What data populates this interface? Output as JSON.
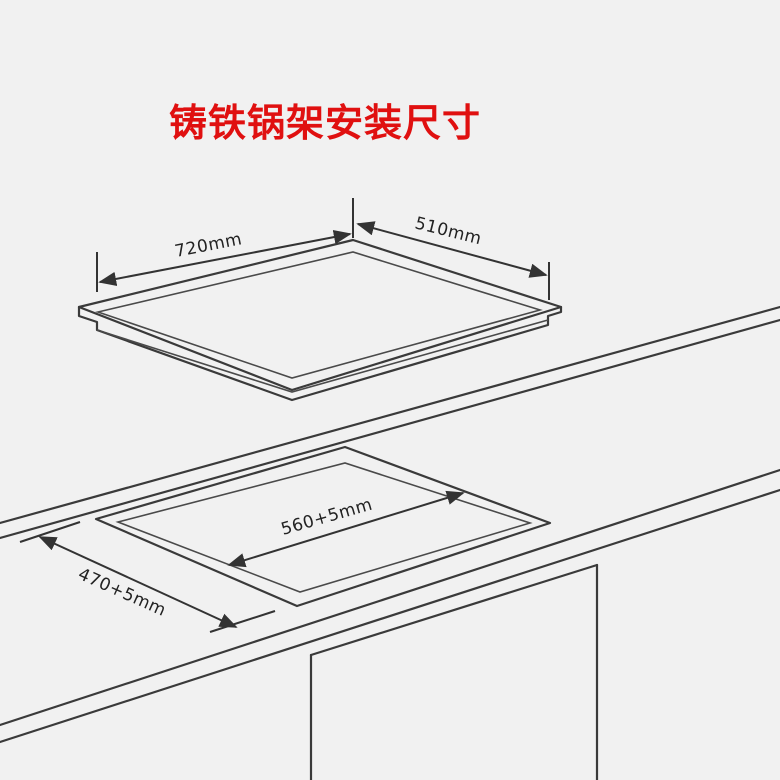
{
  "title": "铸铁锅架安装尺寸",
  "dimensions": {
    "grate_width": "720mm",
    "grate_depth": "510mm",
    "cutout_width": "560+5mm",
    "cutout_depth": "470+5mm"
  },
  "colors": {
    "title": "#e01010",
    "background": "#f1f1f1",
    "lines": "#3a3a3a"
  }
}
